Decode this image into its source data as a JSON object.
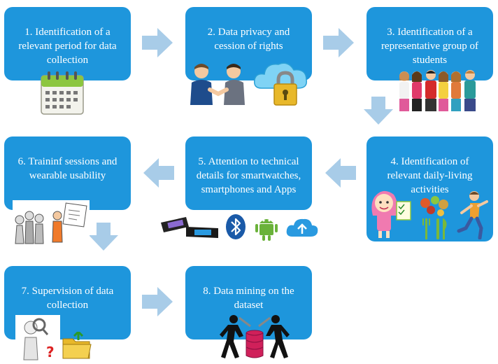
{
  "steps": [
    {
      "label": "1. Identification of a relevant period for data collection"
    },
    {
      "label": "2. Data privacy and cession of rights"
    },
    {
      "label": "3. Identification of a representative group of students"
    },
    {
      "label": "4. Identification of relevant daily-living activities"
    },
    {
      "label": "5. Attention to technical details for smartwatches, smartphones and Apps"
    },
    {
      "label": "6. Traininf sessions and wearable usability"
    },
    {
      "label": "7. Supervision of data collection"
    },
    {
      "label": "8. Data mining on the dataset"
    }
  ],
  "colors": {
    "box": "#1e96dc",
    "arrow": "#a8cce8"
  },
  "icons": [
    "calendar-icon",
    "handshake-icon",
    "cloud-lock-icon",
    "students-icon",
    "girl-checklist-icon",
    "food-icon",
    "runner-icon",
    "smartband-icon",
    "bluetooth-icon",
    "android-icon",
    "cloud-upload-icon",
    "training-icon",
    "supervisor-icon",
    "folder-upload-icon",
    "data-mining-icon"
  ]
}
